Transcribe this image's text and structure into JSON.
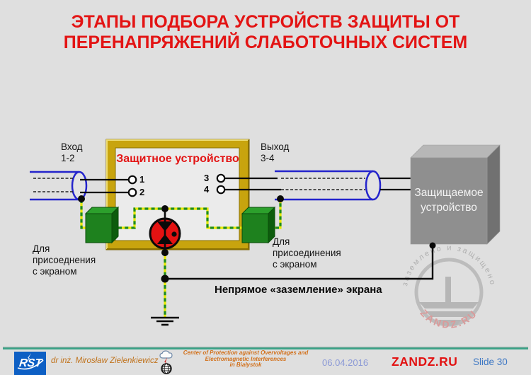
{
  "title": {
    "line1": "ЭТАПЫ ПОДБОРА УСТРОЙСТВ ЗАЩИТЫ ОТ",
    "line2": "ПЕРЕНАПРЯЖЕНИЙ СЛАБОТОЧНЫХ СИСТЕМ"
  },
  "diagram": {
    "input_line1": "Вход",
    "input_line2": "1-2",
    "output_line1": "Выход",
    "output_line2": "3-4",
    "protective_device": "Защитное устройство",
    "protected_line1": "Защищаемое",
    "protected_line2": "устройство",
    "terminal_1": "1",
    "terminal_2": "2",
    "terminal_3": "3",
    "terminal_4": "4",
    "shield_left_line1": "Для",
    "shield_left_line2": "присоеднения",
    "shield_left_line3": "с экраном",
    "shield_right_line1": "Для",
    "shield_right_line2": "присоединения",
    "shield_right_line3": "с экраном",
    "ground_note": "Непрямое «заземление» экрана",
    "stamp_top": "заземлено и защищено",
    "stamp_bottom": "ZANDZ.RU"
  },
  "footer": {
    "logo": "RST",
    "author": "dr inż. Mirosław Zielenkiewicz",
    "center_line1": "Center of Protection against Overvoltages and",
    "center_line2": "Electromagnetic Interferences",
    "center_line3": "in Białystok",
    "date": "06.04.2016",
    "brand": "ZANDZ.RU",
    "slide_number": "Slide 30"
  },
  "colors": {
    "background": "#DFDFDF",
    "title_red": "#E31414",
    "frame_gold": "#C8A40E",
    "green_block": "#1E811E",
    "cable_blue": "#2424CC",
    "spd_red": "#E41212",
    "device_gray": "#8F8F8F",
    "earth_wire_green": "#1E8C1E",
    "earth_wire_yellow": "#E8E800",
    "footer_rule_teal": "#2F9E81",
    "logo_blue": "#0D5FC4",
    "footer_orange": "#D2711C",
    "date_blue": "#8B99D6",
    "brand_red": "#E21212",
    "slide_blue": "#3E78C4",
    "stamp_gray": "#B0B0B0",
    "stamp_pink": "#DA8F8F"
  }
}
